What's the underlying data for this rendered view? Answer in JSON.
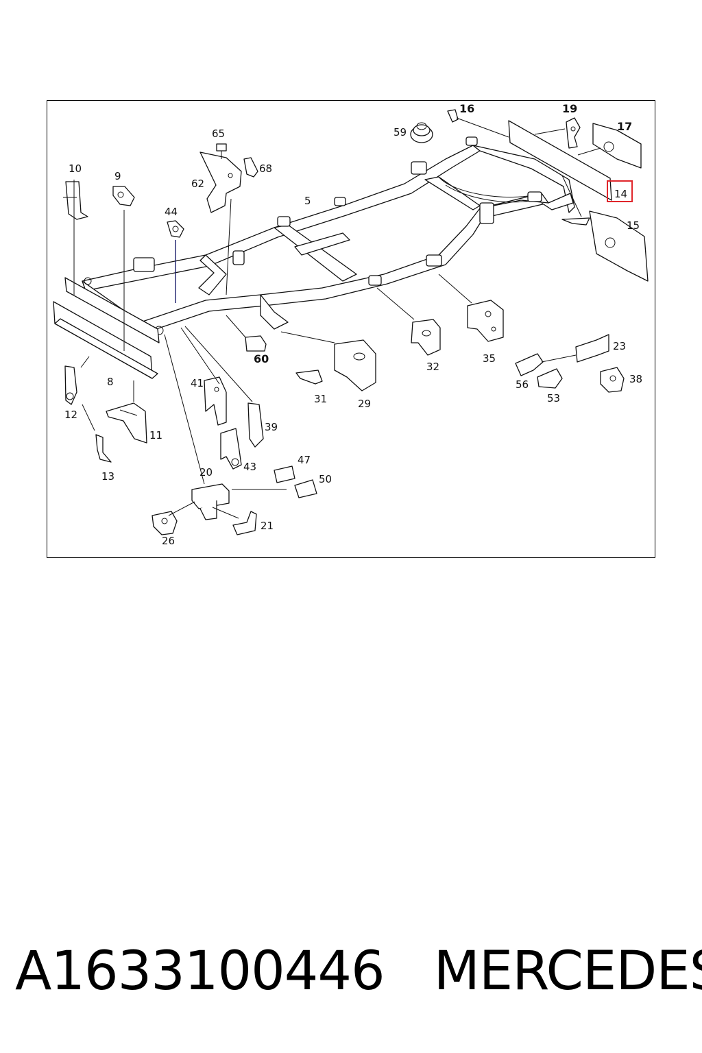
{
  "labels": {
    "l5": "5",
    "l8": "8",
    "l9": "9",
    "l10": "10",
    "l11": "11",
    "l12": "12",
    "l13": "13",
    "l14": "14",
    "l15": "15",
    "l16": "16",
    "l17": "17",
    "l19": "19",
    "l20": "20",
    "l21": "21",
    "l23": "23",
    "l26": "26",
    "l29": "29",
    "l31": "31",
    "l32": "32",
    "l35": "35",
    "l38": "38",
    "l39": "39",
    "l41": "41",
    "l43": "43",
    "l44": "44",
    "l47": "47",
    "l50": "50",
    "l53": "53",
    "l56": "56",
    "l59": "59",
    "l60": "60",
    "l62": "62",
    "l65": "65",
    "l68": "68"
  },
  "highlight": {
    "label": "14",
    "color": "#e0262b"
  },
  "caption": {
    "part_number": "A1633100446",
    "brand": "MERCEDES"
  }
}
